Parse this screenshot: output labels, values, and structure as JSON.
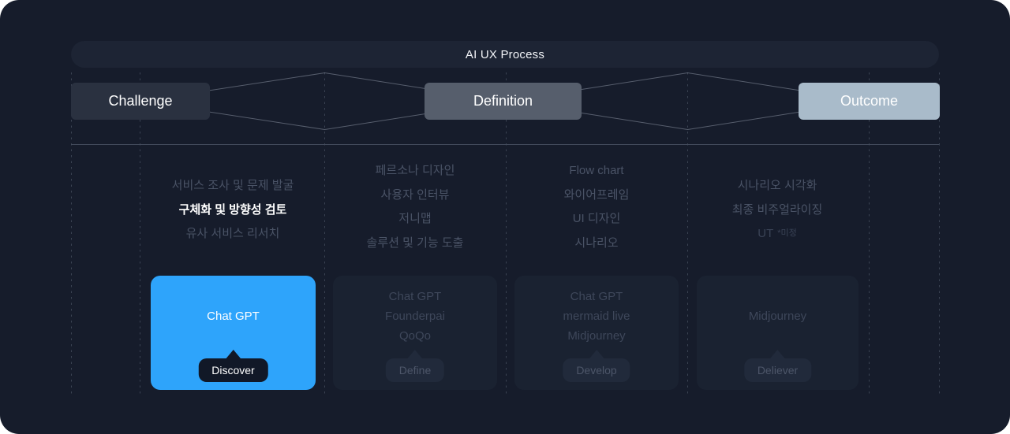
{
  "page": {
    "title": "AI UX Process"
  },
  "stages": [
    {
      "label": "Challenge"
    },
    {
      "label": "Definition"
    },
    {
      "label": "Outcome"
    }
  ],
  "columns": [
    {
      "tasks": [
        {
          "text": "서비스 조사 및 문제 발굴"
        },
        {
          "text": "구체화 및 방향성 검토",
          "emphasis": true
        },
        {
          "text": "유사 서비스 리서치"
        }
      ]
    },
    {
      "tasks": [
        {
          "text": "페르소나 디자인"
        },
        {
          "text": "사용자 인터뷰"
        },
        {
          "text": "저니맵"
        },
        {
          "text": "솔루션 및 기능 도출"
        }
      ]
    },
    {
      "tasks": [
        {
          "text": "Flow chart"
        },
        {
          "text": "와이어프레임"
        },
        {
          "text": "UI 디자인"
        },
        {
          "text": "시나리오"
        }
      ]
    },
    {
      "tasks": [
        {
          "text": "시나리오 시각화"
        },
        {
          "text": "최종 비주얼라이징"
        },
        {
          "text": "UT",
          "note": "*미정",
          "faint": true
        }
      ]
    }
  ],
  "cards": [
    {
      "tools": [
        "Chat GPT"
      ],
      "button": "Discover",
      "highlighted": true
    },
    {
      "tools": [
        "Chat GPT",
        "Founderpai",
        "QoQo"
      ],
      "button": "Define",
      "highlighted": false
    },
    {
      "tools": [
        "Chat GPT",
        "mermaid live",
        "Midjourney"
      ],
      "button": "Develop",
      "highlighted": false
    },
    {
      "tools": [
        "Midjourney"
      ],
      "button": "Deliever",
      "highlighted": false
    }
  ],
  "colors": {
    "panel_background": "#161c2b",
    "highlight_card": "#2ea4fb",
    "challenge_box": "#2a3140",
    "definition_box": "#565e6c",
    "outcome_box": "#a9bbca",
    "dim_text": "#4a5366",
    "diagram_line": "#97a0b0"
  }
}
